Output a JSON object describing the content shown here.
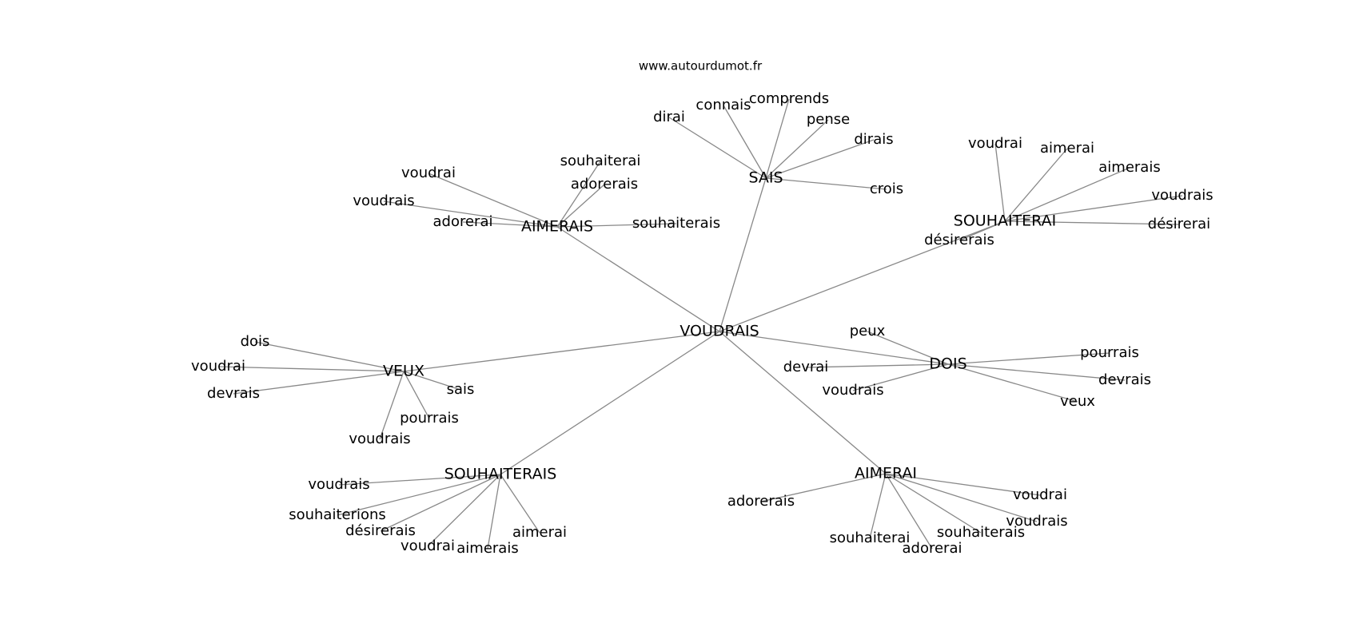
{
  "source": "www.autourdumot.fr",
  "edge_color": "#888888",
  "center": "VOUDRAIS",
  "clusters": [
    {
      "hub": "SAIS",
      "words": [
        "dirai",
        "connais",
        "comprends",
        "pense",
        "dirais",
        "crois"
      ]
    },
    {
      "hub": "AIMERAIS",
      "words": [
        "voudrai",
        "voudrais",
        "adorerai",
        "souhaiterai",
        "adorerais",
        "souhaiterais"
      ]
    },
    {
      "hub": "SOUHAITERAI",
      "words": [
        "voudrai",
        "aimerai",
        "aimerais",
        "voudrais",
        "désirerai",
        "désirerais"
      ]
    },
    {
      "hub": "VEUX",
      "words": [
        "dois",
        "voudrai",
        "devrais",
        "sais",
        "pourrais",
        "voudrais"
      ]
    },
    {
      "hub": "DOIS",
      "words": [
        "peux",
        "devrai",
        "voudrais",
        "pourrais",
        "devrais",
        "veux"
      ]
    },
    {
      "hub": "SOUHAITERAIS",
      "words": [
        "voudrais",
        "souhaiterions",
        "désirerais",
        "voudrai",
        "aimerais",
        "aimerai"
      ]
    },
    {
      "hub": "AIMERAI",
      "words": [
        "adorerais",
        "souhaiterai",
        "adorerai",
        "souhaiterais",
        "voudrai",
        "voudrais"
      ]
    }
  ]
}
